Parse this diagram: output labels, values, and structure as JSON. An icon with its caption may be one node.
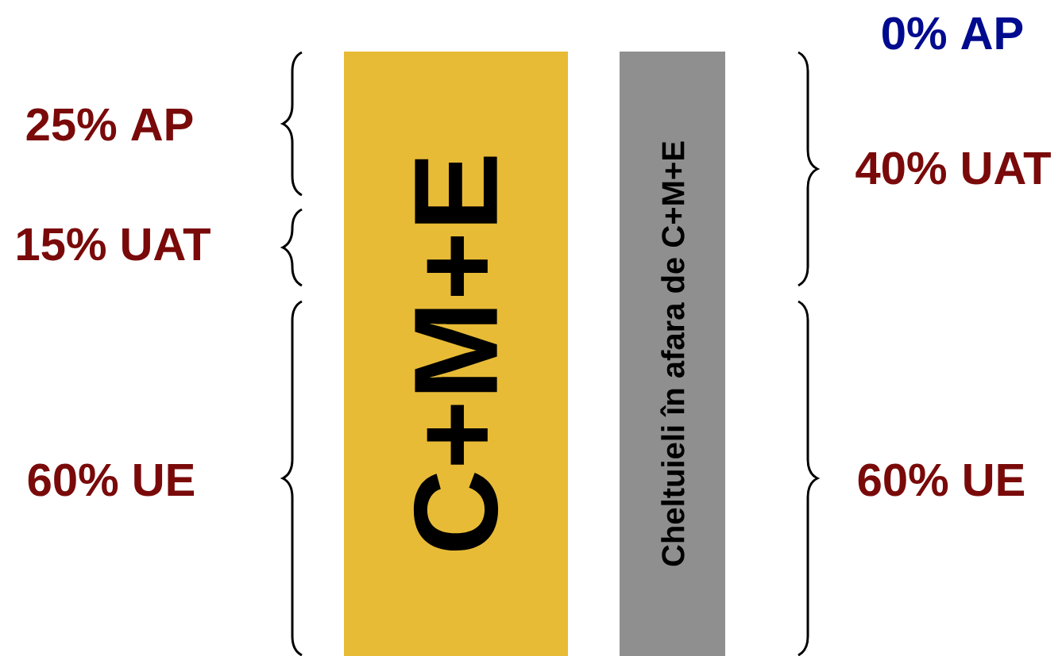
{
  "diagram": {
    "nodes": [
      {
        "text": [
          "C+M+E"
        ]
      },
      {
        "text": [
          "Cheltuieli în afara de C+M+E"
        ]
      }
    ],
    "labels": [
      "0% AP",
      "25% AP",
      "40% UAT",
      "15% UAT",
      "60% UE",
      "60% UE"
    ]
  }
}
